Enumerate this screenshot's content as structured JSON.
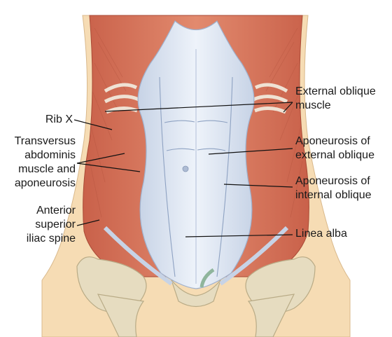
{
  "labels": {
    "rib_x": "Rib X",
    "transversus": [
      "Transversus",
      "abdominis",
      "muscle and",
      "aponeurosis"
    ],
    "asis": [
      "Anterior",
      "superior",
      "iliac spine"
    ],
    "external_oblique_muscle": [
      "External oblique",
      "muscle"
    ],
    "aponeurosis_external": [
      "Aponeurosis of",
      "external oblique"
    ],
    "aponeurosis_internal": [
      "Aponeurosis of",
      "internal oblique"
    ],
    "linea_alba": "Linea alba"
  },
  "colors": {
    "skin": "#f6dcb4",
    "muscle": "#d9755b",
    "muscle_dark": "#b85440",
    "aponeurosis": "#dde6f2",
    "aponeurosis_line": "#9fb0cc",
    "bone": "#e6dcc0",
    "bone_shadow": "#b9ab86",
    "leader": "#111111"
  }
}
